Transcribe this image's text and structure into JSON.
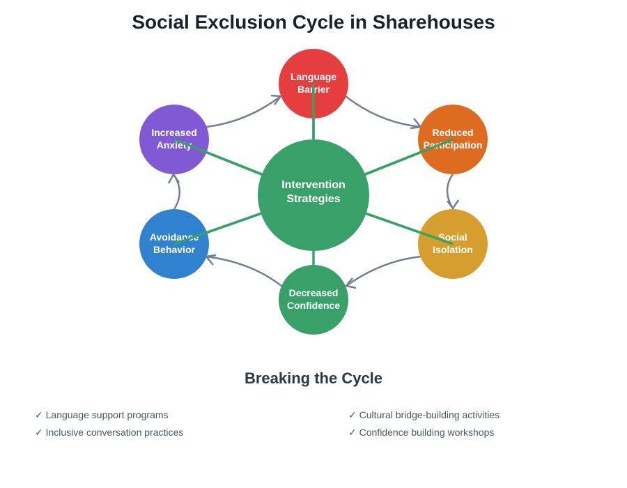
{
  "title": "Social Exclusion Cycle in Sharehouses",
  "center": {
    "line1": "Intervention",
    "line2": "Strategies",
    "color": "#38a169"
  },
  "nodes": [
    {
      "id": "language-barrier",
      "line1": "Language",
      "line2": "Barrier",
      "color": "#e53e3e"
    },
    {
      "id": "reduced-participation",
      "line1": "Reduced",
      "line2": "Participation",
      "color": "#dd6b20"
    },
    {
      "id": "social-isolation",
      "line1": "Social",
      "line2": "Isolation",
      "color": "#d69e2e"
    },
    {
      "id": "decreased-confidence",
      "line1": "Decreased",
      "line2": "Confidence",
      "color": "#38a169"
    },
    {
      "id": "avoidance-behavior",
      "line1": "Avoidance",
      "line2": "Behavior",
      "color": "#3182ce"
    },
    {
      "id": "increased-anxiety",
      "line1": "Increased",
      "line2": "Anxiety",
      "color": "#805ad5"
    }
  ],
  "cycle_arrow_color": "#718096",
  "spoke_color": "#38a169",
  "section_title": "Breaking the Cycle",
  "strategies": [
    "✓ Language support programs",
    "✓ Cultural bridge-building activities",
    "✓ Inclusive conversation practices",
    "✓ Confidence building workshops"
  ]
}
